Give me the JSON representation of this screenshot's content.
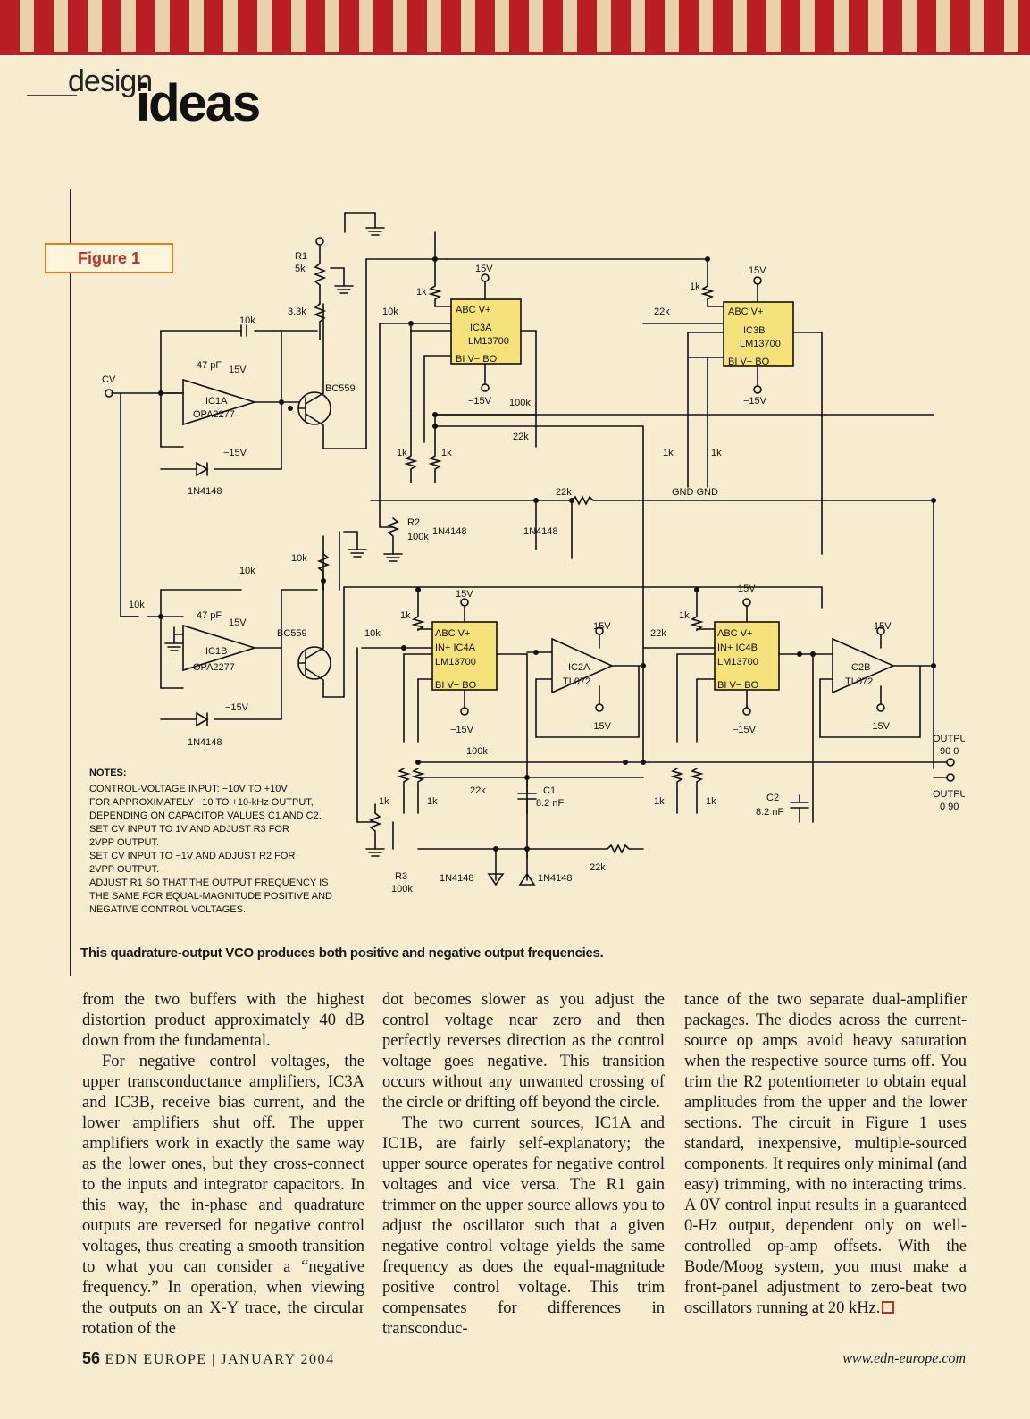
{
  "header": {
    "design": "design",
    "ideas": "ideas"
  },
  "figure": {
    "label": "Figure 1",
    "caption": "This quadrature-output VCO produces both positive and negative output frequencies.",
    "notes_title": "NOTES:",
    "notes": [
      "CONTROL-VOLTAGE INPUT: −10V TO +10V",
      "FOR APPROXIMATELY −10 TO +10-kHz OUTPUT,",
      "DEPENDING ON CAPACITOR VALUES C1 AND C2.",
      "SET CV INPUT TO 1V AND ADJUST R3 FOR",
      "2VPP OUTPUT.",
      "SET CV INPUT TO −1V AND ADJUST R2 FOR",
      "2VPP OUTPUT.",
      "ADJUST R1 SO THAT THE OUTPUT FREQUENCY IS",
      "THE SAME FOR EQUAL-MAGNITUDE POSITIVE AND",
      "NEGATIVE CONTROL VOLTAGES."
    ],
    "labels": {
      "cv": "CV",
      "r1": "R1",
      "r1_val": "5k",
      "r_3k3": "3.3k",
      "r_10k": "10k",
      "c_47p": "47 pF",
      "v15": "15V",
      "vneg15": "−15V",
      "ic1a": "IC1A",
      "opa": "OPA2277",
      "ic1b": "IC1B",
      "bc559": "BC559",
      "diode": "1N4148",
      "r_1k": "1k",
      "r_22k": "22k",
      "r_100k": "100k",
      "ic3a": "IC3A",
      "ic3b": "IC3B",
      "ic4a": "IC4A",
      "ic4b": "IC4B",
      "lm": "LM13700",
      "ic2a": "IC2A",
      "ic2b": "IC2B",
      "tl": "TL072",
      "r2": "R2",
      "r3": "R3",
      "c1": "C1",
      "c1_val": "8.2 nF",
      "c2": "C2",
      "c2_val": "8.2 nF",
      "gnd": "GND GND",
      "out1": "OUTPUT",
      "out1b": "90 0",
      "out2": "OUTPUT",
      "out2b": "0 90"
    }
  },
  "columns": {
    "col1": [
      "from the two buffers with the highest distortion product approximately 40 dB down from the fundamental.",
      "For negative control voltages, the upper transconductance amplifiers, IC3A and IC3B, receive bias current, and the lower amplifiers shut off. The upper amplifiers work in exactly the same way as the lower ones, but they cross-connect to the inputs and integrator capacitors. In this way, the in-phase and quadrature outputs are reversed for negative control voltages, thus creating a smooth transition to what you can consider a “negative frequency.” In operation, when viewing the outputs on an X-Y trace, the circular rotation of the"
    ],
    "col2": [
      "dot becomes slower as you adjust the control voltage near zero and then perfectly reverses direction as the control voltage goes negative. This transition occurs without any unwanted crossing of the circle or drifting off beyond the circle.",
      "The two current sources, IC1A and IC1B, are fairly self-explanatory; the upper source operates for negative control voltages and vice versa. The R1 gain trimmer on the upper source allows you to adjust the oscillator such that a given negative control voltage yields the same frequency as does the equal-magnitude positive control voltage. This trim compensates for differences in transconduc-"
    ],
    "col3": [
      "tance of the two separate dual-amplifier packages. The diodes across the current-source op amps avoid heavy saturation when the respective source turns off. You trim the R2 potentiometer to obtain equal amplitudes from the upper and the lower sections. The circuit in Figure 1 uses standard, inexpensive, multiple-sourced components. It requires only minimal (and easy) trimming, with no interacting trims. A 0V control input results in a guaranteed 0-Hz output, dependent only on well-controlled op-amp offsets. With the Bode/Moog system, you must make a front-panel adjustment to zero-beat two oscillators running at 20 kHz."
    ]
  },
  "footer": {
    "page": "56",
    "publication": "EDN EUROPE | JANUARY 2004",
    "url": "www.edn-europe.com"
  },
  "colors": {
    "accent": "#c0321e",
    "chip_fill": "#f6e27a",
    "paper": "#f7ecd0"
  }
}
